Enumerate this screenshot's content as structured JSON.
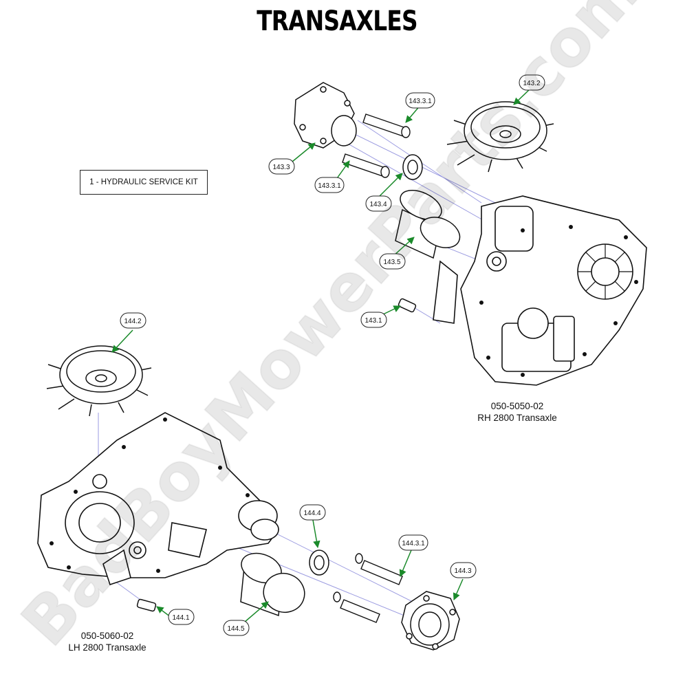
{
  "title": "TRANSAXLES",
  "kit_label": "1 - HYDRAULIC SERVICE KIT",
  "watermark": "BadBoyMowerParts.com",
  "callouts": {
    "c1432": "143.2",
    "c14331_top": "143.3.1",
    "c1433": "143.3",
    "c14331_mid": "143.3.1",
    "c1434": "143.4",
    "c1435": "143.5",
    "c1431": "143.1",
    "c1442": "144.2",
    "c1444": "144.4",
    "c14431": "144.3.1",
    "c1443": "144.3",
    "c1441": "144.1",
    "c1445": "144.5"
  },
  "rh": {
    "part_number": "050-5050-02",
    "name": "RH 2800 Transaxle"
  },
  "lh": {
    "part_number": "050-5060-02",
    "name": "LH 2800 Transaxle"
  },
  "colors": {
    "leader": "#1a8a2a",
    "guide": "#9a9ae0",
    "line": "#111111"
  }
}
